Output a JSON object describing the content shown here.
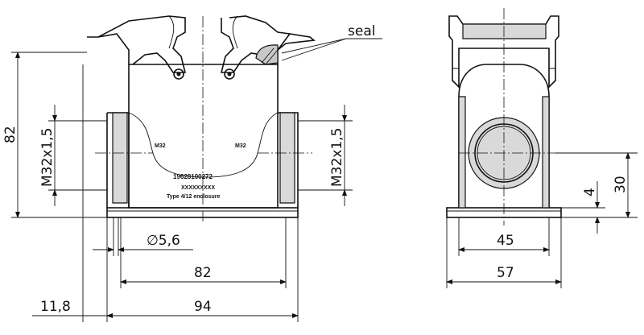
{
  "labels": {
    "seal": "seal",
    "height_82": "82",
    "thread_left": "M32x1,5",
    "thread_right": "M32x1,5",
    "hole_dia": "∅5,6",
    "width_82": "82",
    "width_94": "94",
    "offset_11_8": "11,8",
    "width_45": "45",
    "width_57": "57",
    "height_4": "4",
    "height_30": "30"
  },
  "markings": {
    "port_left": "M32",
    "port_right": "M32",
    "part_number": "19628100272",
    "code": "XXXXXXXXX",
    "type": "Type 4/12 enclosure"
  }
}
